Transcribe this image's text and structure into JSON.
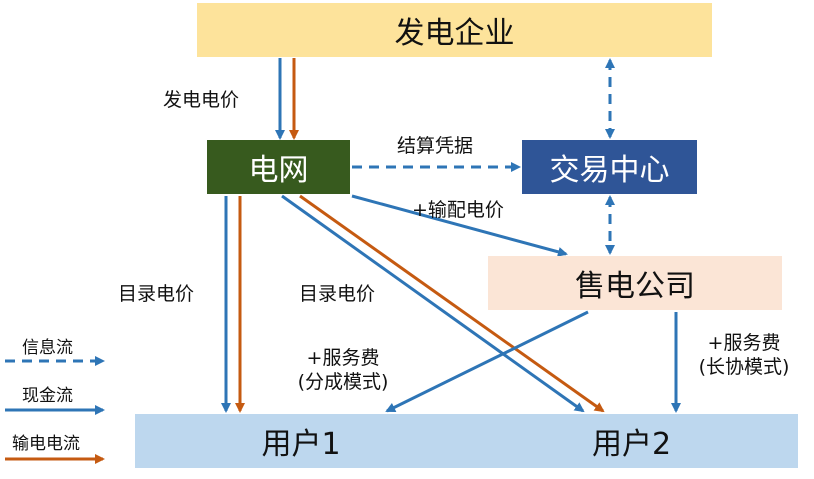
{
  "nodes": {
    "power_gen": "发电企业",
    "grid": "电网",
    "exchange": "交易中心",
    "retailer": "售电公司",
    "user1": "用户1",
    "user2": "用户2"
  },
  "labels": {
    "gen_price": "发电电价",
    "settlement": "结算凭据",
    "transmission_price": "+输配电价",
    "catalog_price_left": "目录电价",
    "catalog_price_mid": "目录电价",
    "service_fee_share_1": "+服务费",
    "service_fee_share_2": "(分成模式)",
    "service_fee_long_1": "+服务费",
    "service_fee_long_2": "(长协模式)"
  },
  "legend": {
    "info_flow": "信息流",
    "cash_flow": "现金流",
    "power_flow": "输电电流"
  },
  "colors": {
    "blue_arrow": "#2e75b6",
    "orange_arrow": "#c55a11",
    "power_gen_fill": "#fde39b",
    "grid_fill": "#375a1e",
    "exchange_fill": "#2f5597",
    "retailer_fill": "#fbe5d6",
    "user_fill": "#bdd7ee"
  }
}
